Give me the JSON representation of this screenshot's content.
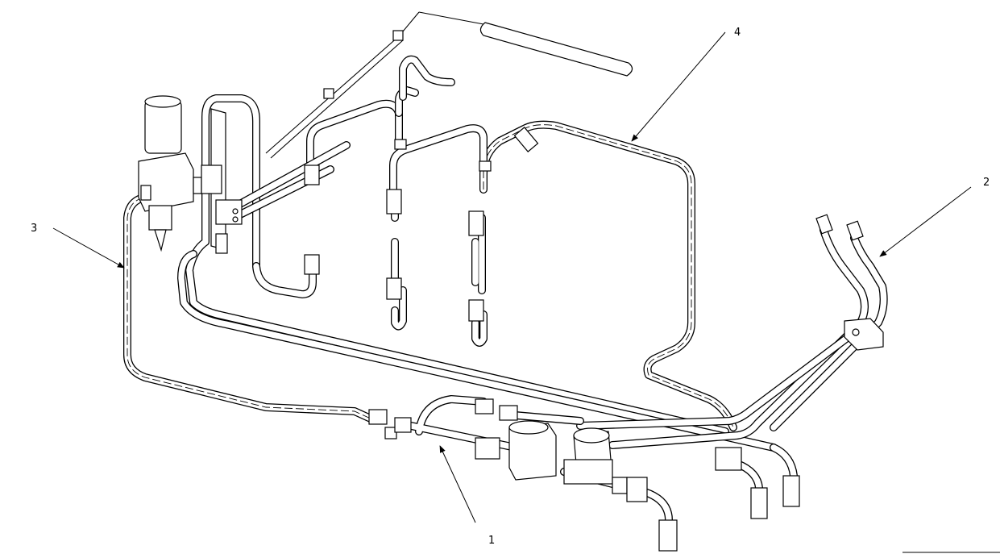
{
  "callouts": [
    {
      "number": "1"
    },
    {
      "number": "2"
    },
    {
      "number": "3"
    },
    {
      "number": "4"
    }
  ],
  "colors": {
    "ink": "#000000",
    "paper": "#ffffff"
  }
}
